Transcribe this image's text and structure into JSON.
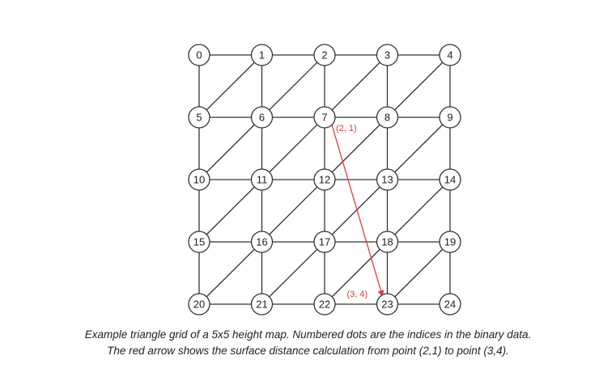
{
  "grid": {
    "rows": 5,
    "cols": 5,
    "nodes": [
      "0",
      "1",
      "2",
      "3",
      "4",
      "5",
      "6",
      "7",
      "8",
      "9",
      "10",
      "11",
      "12",
      "13",
      "14",
      "15",
      "16",
      "17",
      "18",
      "19",
      "20",
      "21",
      "22",
      "23",
      "24"
    ]
  },
  "arrow": {
    "from_node": "7",
    "to_node": "23",
    "start_label": "(2, 1)",
    "end_label": "(3, 4)",
    "color": "#e53935"
  },
  "colors": {
    "line": "#333333",
    "node_fill": "#ffffff",
    "node_stroke": "#333333",
    "text": "#222222"
  },
  "caption": {
    "line1": "Example triangle grid of a 5x5 height map. Numbered dots are the indices in the binary data.",
    "line2": "The red arrow shows the surface distance calculation from point (2,1) to point (3,4)."
  }
}
